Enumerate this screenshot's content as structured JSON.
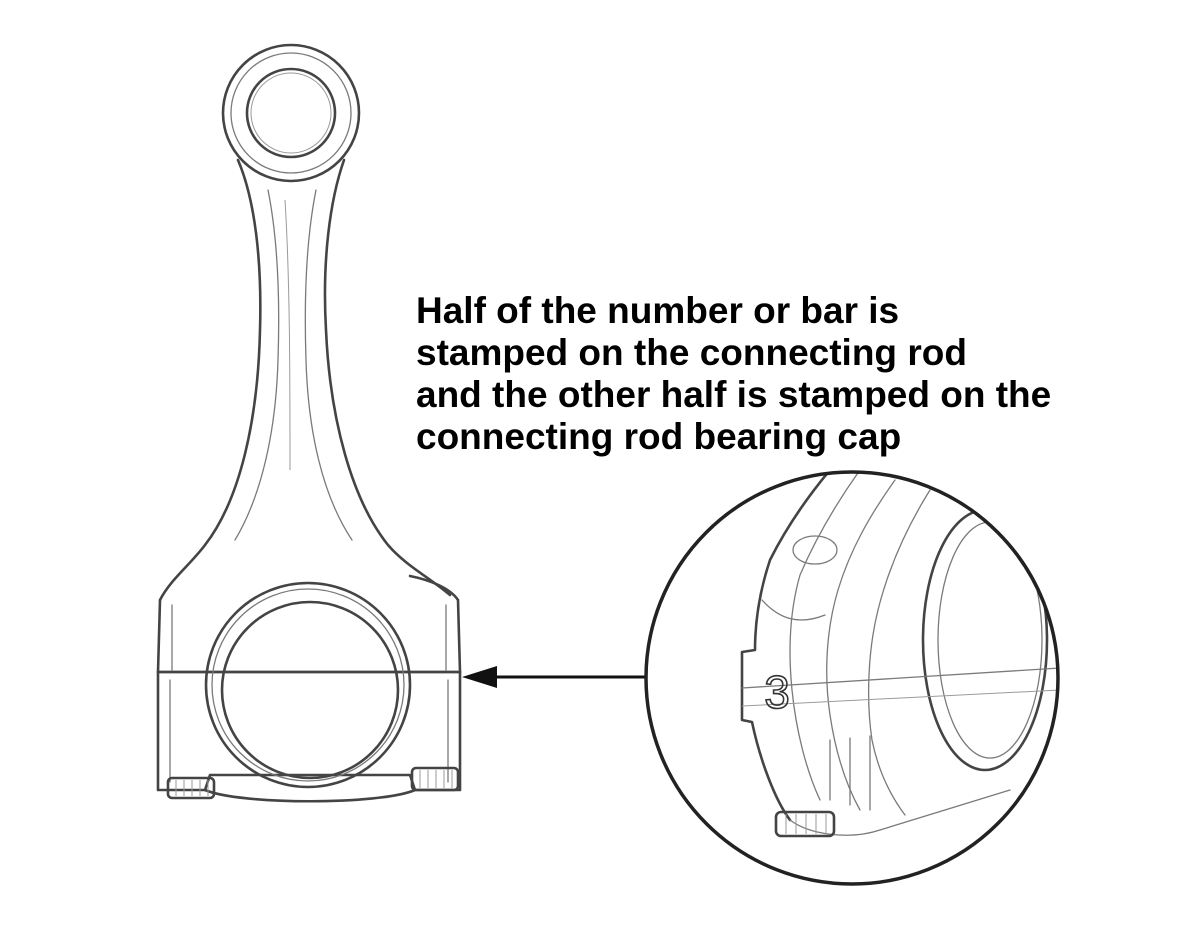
{
  "callout": {
    "lines": [
      "Half of the number or bar is",
      "stamped on the connecting rod",
      "and the other half is stamped on the",
      "connecting rod bearing cap"
    ]
  },
  "detail": {
    "stamp_mark": "3"
  },
  "colors": {
    "line": "#444444",
    "text": "#000000",
    "background": "#ffffff"
  }
}
